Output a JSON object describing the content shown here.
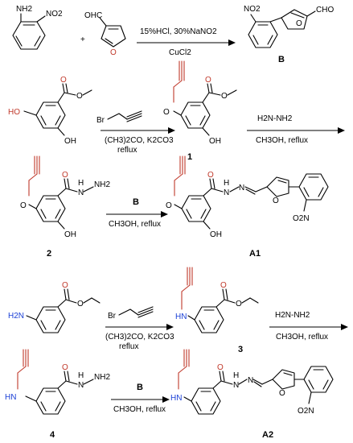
{
  "colors": {
    "bond": "#000000",
    "oxygen_highlight": "#c0392b",
    "nitrogen_highlight": "#1a3fd6",
    "background": "#ffffff"
  },
  "row1": {
    "reactant1_groups": [
      "NH2",
      "NO2"
    ],
    "plus": "+",
    "reactant2_group": "OHC",
    "reactant2_ring_atom": "O",
    "conditions_top": "15%HCl, 30%NaNO2",
    "conditions_bottom": "CuCl2",
    "product_groups": [
      "NO2",
      "O",
      "CHO"
    ],
    "product_label": "B"
  },
  "row2": {
    "start_groups": [
      "HO",
      "O",
      "O",
      "OH"
    ],
    "reagent_top": "Br",
    "conditions_line1": "(CH3)2CO, K2CO3",
    "conditions_line2": "reflux",
    "product_groups": [
      "O",
      "O",
      "O",
      "OH"
    ],
    "product_label": "1",
    "reagent_hydrazine": "H2N-NH2",
    "conditions_right": "CH3OH, reflux"
  },
  "row3": {
    "start_groups": [
      "O",
      "O",
      "H",
      "N",
      "NH2",
      "OH"
    ],
    "start_label": "2",
    "reagent": "B",
    "conditions": "CH3OH, reflux",
    "product_groups": [
      "O",
      "O",
      "H",
      "N",
      "N",
      "O",
      "OH",
      "O2N"
    ],
    "product_label": "A1"
  },
  "row4": {
    "start_groups": [
      "H2N",
      "O",
      "O"
    ],
    "reagent_top": "Br",
    "conditions_line1": "(CH3)2CO, K2CO3",
    "conditions_line2": "reflux",
    "product_groups": [
      "HN",
      "O",
      "O"
    ],
    "product_label": "3",
    "reagent_hydrazine": "H2N-NH2",
    "conditions_right": "CH3OH, reflux"
  },
  "row5": {
    "start_groups": [
      "HN",
      "O",
      "H",
      "N",
      "NH2"
    ],
    "start_label": "4",
    "reagent": "B",
    "conditions": "CH3OH, reflux",
    "product_groups": [
      "HN",
      "O",
      "H",
      "N",
      "N",
      "O",
      "O2N"
    ],
    "product_label": "A2"
  }
}
